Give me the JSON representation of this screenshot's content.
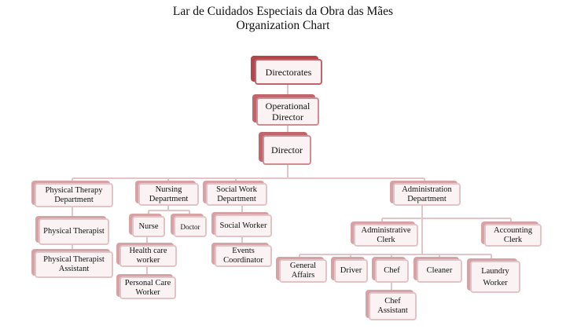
{
  "title": {
    "line1": "Lar de Cuidados Especiais da Obra das Mães",
    "line2": "Organization Chart"
  },
  "nodes": {
    "directorates": "Directorates",
    "operational_director": "Operational Director",
    "director": "Director",
    "pt_department": "Physical Therapy Department",
    "physical_therapist": "Physical Therapist",
    "pt_assistant": "Physical Therapist Assistant",
    "nursing_department": "Nursing Department",
    "nurse": "Nurse",
    "doctor": "Doctor",
    "health_care_worker": "Health care worker",
    "personal_care_worker": "Personal Care Worker",
    "social_work_department": "Social Work Department",
    "social_worker": "Social Worker",
    "events_coordinator": "Events Coordinator",
    "administration_department": "Administration Department",
    "administrative_clerk": "Administrative Clerk",
    "accounting_clerk": "Accounting Clerk",
    "general_affairs": "General Affairs",
    "driver": "Driver",
    "chef": "Chef",
    "cleaner": "Cleaner",
    "laundry_worker": "Laundry Worker",
    "chef_assistant": "Chef Assistant"
  },
  "colors": {
    "line": "#e3c5c7",
    "fill": "#fbf3f3",
    "accent": "#b3454c"
  }
}
